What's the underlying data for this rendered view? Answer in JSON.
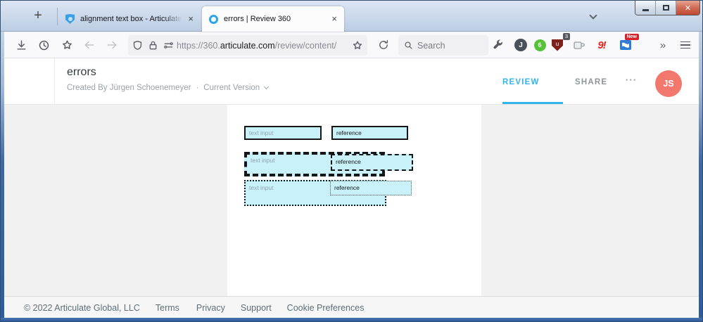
{
  "window": {
    "new_tab_glyph": "+",
    "controls": {
      "close_glyph": "✕"
    }
  },
  "tabs": [
    {
      "title": "alignment text box - Articulate S",
      "close_glyph": "×",
      "active": false
    },
    {
      "title": "errors | Review 360",
      "close_glyph": "×",
      "active": true
    }
  ],
  "toolbar": {
    "url": {
      "prefix": "https://360.",
      "domain": "articulate.com",
      "path": "/review/content/"
    },
    "search_placeholder": "Search",
    "account_initial": "J",
    "green_icon_text": "6",
    "ublock_letter": "u",
    "ublock_badge": "3",
    "red_icon_text": "9!",
    "new_badge": "New",
    "overflow_glyph": "»"
  },
  "header": {
    "title": "errors",
    "created_by": "Created By Jürgen Schoenemeyer",
    "separator": "·",
    "version_label": "Current Version",
    "review_tab": "REVIEW",
    "share_tab": "SHARE",
    "more_glyph": "•••",
    "avatar_initials": "JS"
  },
  "canvas": {
    "rows": [
      {
        "input": "text input",
        "reference": "reference"
      },
      {
        "input": "text input",
        "reference": "reference"
      },
      {
        "input": "text input",
        "reference": "reference"
      }
    ]
  },
  "footer": {
    "copyright": "© 2022 Articulate Global, LLC",
    "links": [
      "Terms",
      "Privacy",
      "Support",
      "Cookie Preferences"
    ]
  },
  "colors": {
    "accent_blue": "#35b3e8",
    "box_fill_cyan": "#c9f1f9",
    "avatar_coral": "#f2786d",
    "titlebar_blue": "#bccee4",
    "ublock_red": "#7c211c"
  }
}
